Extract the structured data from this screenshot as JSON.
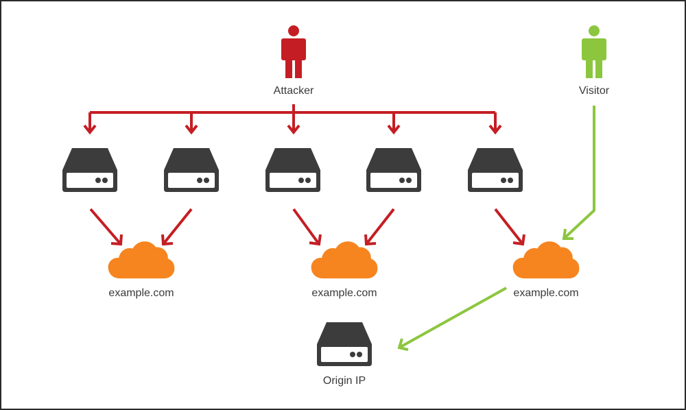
{
  "diagram": {
    "attacker_label": "Attacker",
    "visitor_label": "Visitor",
    "sites": [
      {
        "label": "example.com"
      },
      {
        "label": "example.com"
      },
      {
        "label": "example.com"
      }
    ],
    "origin_label": "Origin IP"
  },
  "colors": {
    "attack": "#c41e24",
    "visitor": "#8cc63f",
    "server": "#3c3c3c",
    "cloud": "#f6851f",
    "text": "#3a3a3a"
  },
  "icons": {
    "attacker": "person-icon",
    "visitor": "person-icon",
    "bot": "server-icon",
    "site": "cloud-icon",
    "origin": "server-icon"
  }
}
